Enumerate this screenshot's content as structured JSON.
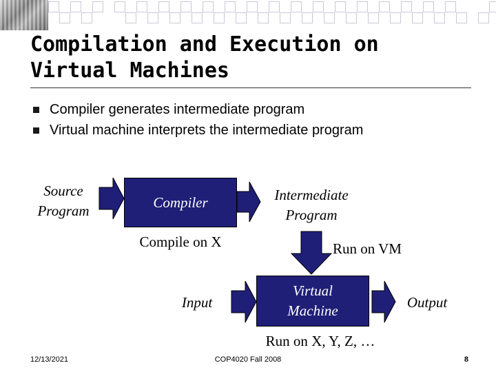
{
  "title": "Compilation and Execution on Virtual Machines",
  "bullets": [
    "Compiler generates intermediate program",
    "Virtual machine interprets the intermediate program"
  ],
  "diagram": {
    "source_program": [
      "Source",
      "Program"
    ],
    "compiler": "Compiler",
    "compile_on": "Compile on X",
    "intermediate_program": [
      "Intermediate",
      "Program"
    ],
    "run_on_vm": "Run on VM",
    "input": "Input",
    "virtual_machine": [
      "Virtual",
      "Machine"
    ],
    "output": "Output",
    "run_on_xyz": "Run on X, Y, Z, …"
  },
  "footer": {
    "date": "12/13/2021",
    "course": "COP4020 Fall 2008",
    "page": "8"
  },
  "colors": {
    "box_fill": "#1f1f78",
    "arrow_fill": "#1f1f78",
    "header_grid": "#c8c8d8"
  }
}
